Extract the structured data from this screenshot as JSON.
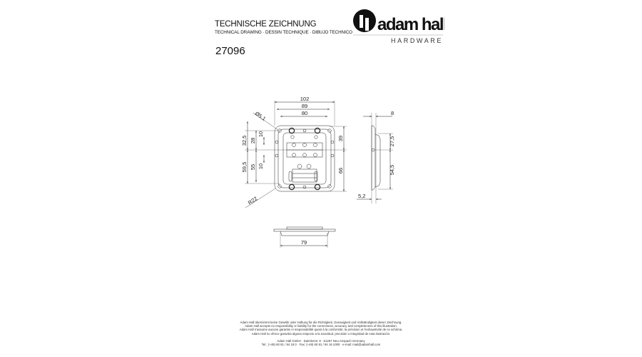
{
  "header": {
    "title": "TECHNISCHE ZEICHNUNG",
    "subtitle": "TECHNICAL DRAWING · DESSIN TECHNIQUE · DIBUJO TECHNICO",
    "article_number": "27096"
  },
  "logo": {
    "brand": "adam hall",
    "tagline": "HARDWARE"
  },
  "drawing": {
    "front": {
      "width_overall": "102",
      "width_holes": "89",
      "width_inner": "80",
      "hole_diameter": "Ø5,1",
      "radius": "R22",
      "left_upper_outer": "32,5",
      "left_upper_inner": "28",
      "left_upper_small": "10",
      "left_lower_outer": "59,5",
      "left_lower_inner": "55",
      "left_lower_small": "10",
      "right_upper": "39",
      "right_lower": "66"
    },
    "side": {
      "top": "8",
      "upper": "27,5",
      "lower": "54,5",
      "bottom": "5,2"
    },
    "bottom": {
      "width": "79"
    }
  },
  "footer": {
    "disclaimer_de": "Adam Hall übernimmt keine Gewähr oder Haftung für die Richtigkeit, Genauigkeit und Vollständigkeit dieser Zeichnung.",
    "disclaimer_en": "Adam Hall accepts no responsibility or liability for the correctness, accuracy and completeness of this illustration.",
    "disclaimer_fr": "Adam Hall n'assume aucune garantie ni responsabilité quant à la conformité, la précision et l'exhaustivité de ce schéma.",
    "disclaimer_es": "Adam Hall no ofrece garantía alguna respecto a la exactitud, precisión o integridad de esta ilustración.",
    "address": "Adam Hall GmbH · Daimlerstr. 9 · 61267 Neu-Anspach Germany",
    "contact": "Tel.: (+49) 60 81 / 94 19 0 · Fax: (+49) 60 81 / 94 19 1000 · e-mail: mail@adamhall.com"
  }
}
